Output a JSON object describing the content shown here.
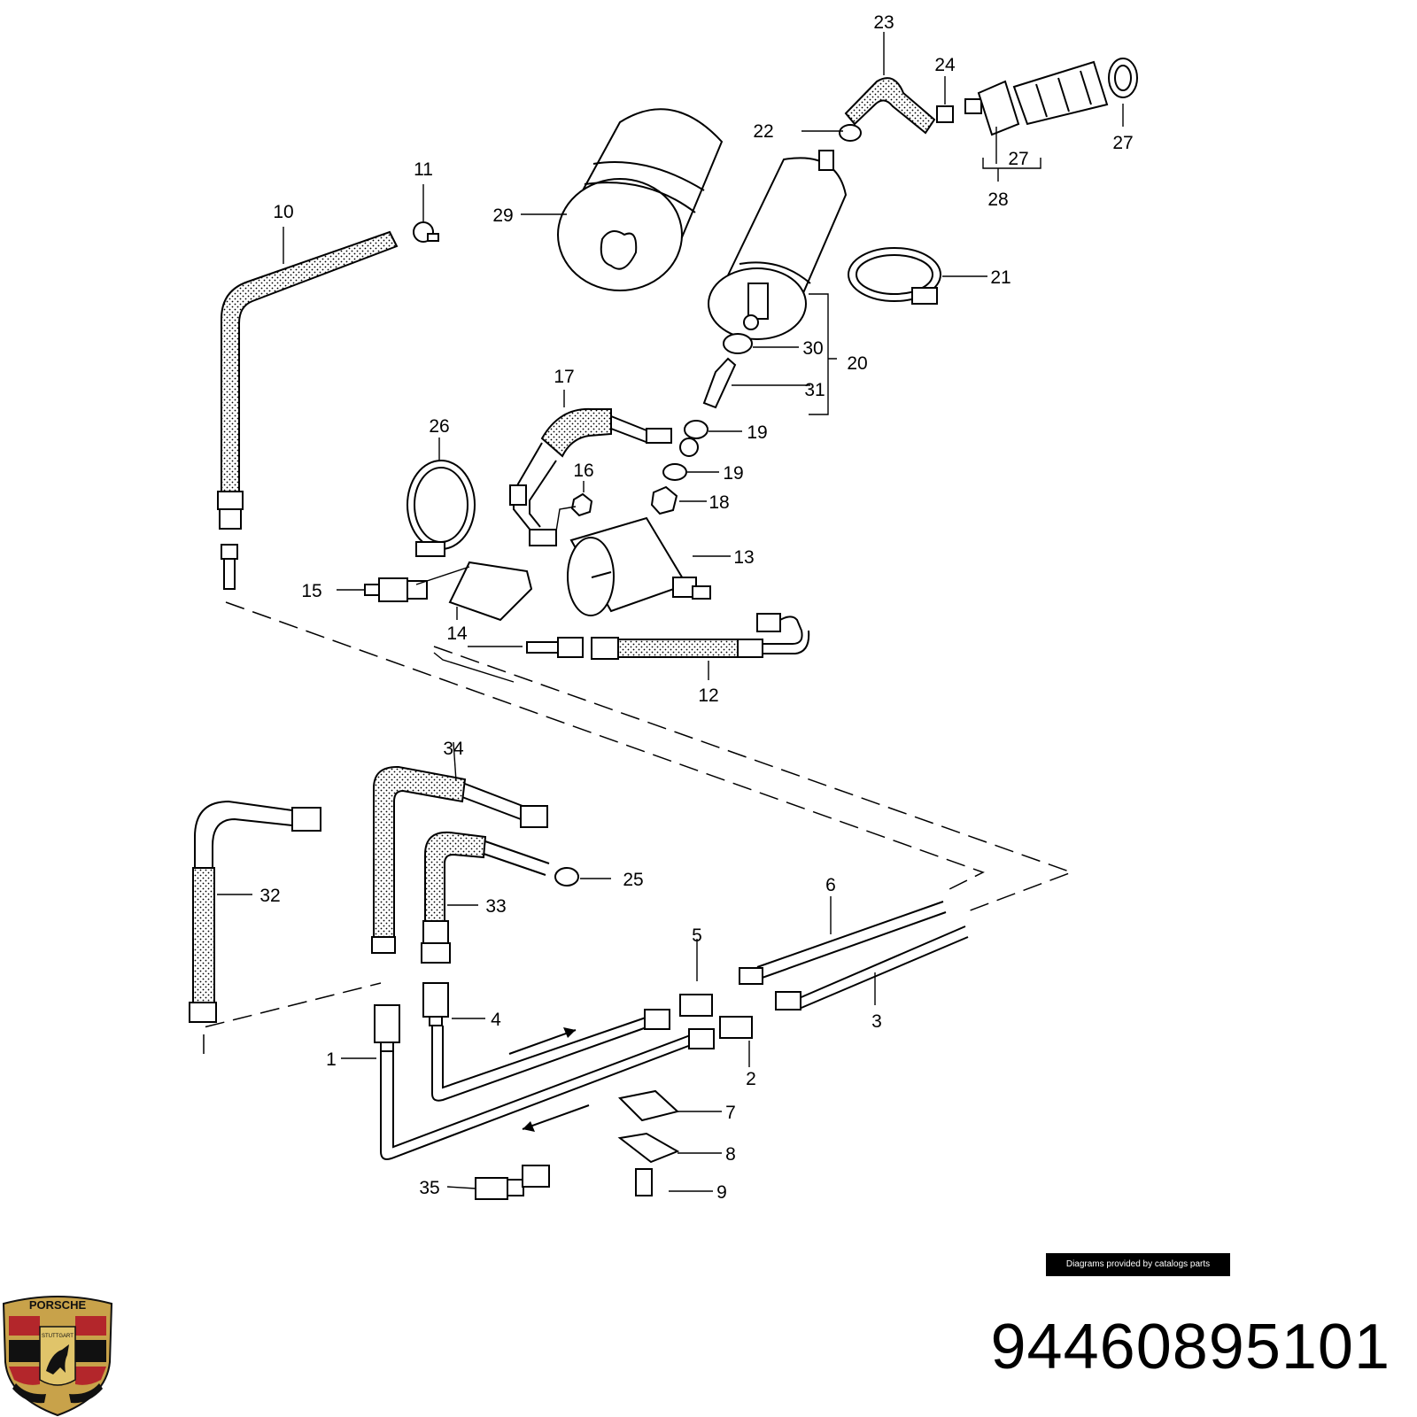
{
  "diagram": {
    "callouts": [
      {
        "n": "1"
      },
      {
        "n": "2"
      },
      {
        "n": "3"
      },
      {
        "n": "4"
      },
      {
        "n": "5"
      },
      {
        "n": "6"
      },
      {
        "n": "7"
      },
      {
        "n": "8"
      },
      {
        "n": "9"
      },
      {
        "n": "10"
      },
      {
        "n": "11"
      },
      {
        "n": "12"
      },
      {
        "n": "13"
      },
      {
        "n": "14"
      },
      {
        "n": "15"
      },
      {
        "n": "16"
      },
      {
        "n": "17"
      },
      {
        "n": "18"
      },
      {
        "n": "19"
      },
      {
        "n": "19"
      },
      {
        "n": "20"
      },
      {
        "n": "21"
      },
      {
        "n": "22"
      },
      {
        "n": "23"
      },
      {
        "n": "24"
      },
      {
        "n": "25"
      },
      {
        "n": "26"
      },
      {
        "n": "27"
      },
      {
        "n": "27"
      },
      {
        "n": "28"
      },
      {
        "n": "29"
      },
      {
        "n": "30"
      },
      {
        "n": "31"
      },
      {
        "n": "32"
      },
      {
        "n": "33"
      },
      {
        "n": "34"
      },
      {
        "n": "35"
      }
    ]
  },
  "credit": "Diagrams provided by catalogs parts",
  "part_number": "94460895101",
  "logo": {
    "name": "porsche-crest",
    "text_top": "PORSCHE",
    "text_center": "STUTTGART",
    "colors": {
      "gold": "#c8a24a",
      "red": "#b3262b",
      "black": "#111111"
    }
  }
}
